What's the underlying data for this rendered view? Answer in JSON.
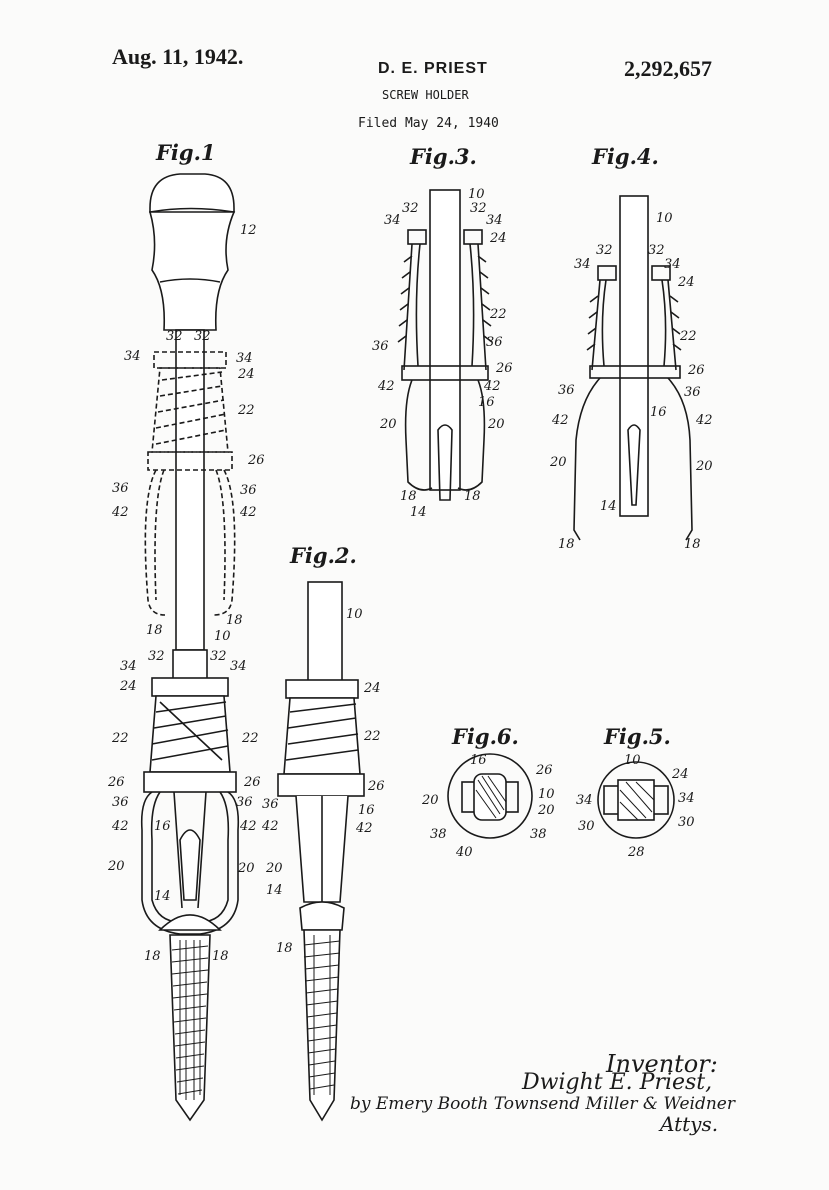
{
  "header": {
    "date": "Aug. 11, 1942.",
    "inventor_name": "D. E. PRIEST",
    "patent_number": "2,292,657",
    "title": "SCREW HOLDER",
    "filed": "Filed May 24, 1940"
  },
  "figures": {
    "fig1": "Fig.1",
    "fig2": "Fig.2.",
    "fig3": "Fig.3.",
    "fig4": "Fig.4.",
    "fig5": "Fig.5.",
    "fig6": "Fig.6."
  },
  "reference_numerals": {
    "n10": "10",
    "n12": "12",
    "n14": "14",
    "n16": "16",
    "n18": "18",
    "n20": "20",
    "n22": "22",
    "n24": "24",
    "n26": "26",
    "n28": "28",
    "n30": "30",
    "n32": "32",
    "n34": "34",
    "n36": "36",
    "n38": "38",
    "n40": "40",
    "n42": "42"
  },
  "signature": {
    "inventor_label": "Inventor:",
    "inventor_fullname": "Dwight E. Priest,",
    "attorneys": "by Emery Booth Townsend Miller & Weidner",
    "attys_label": "Attys."
  },
  "colors": {
    "ink": "#1a1a1a",
    "paper": "#fbfbfa"
  }
}
